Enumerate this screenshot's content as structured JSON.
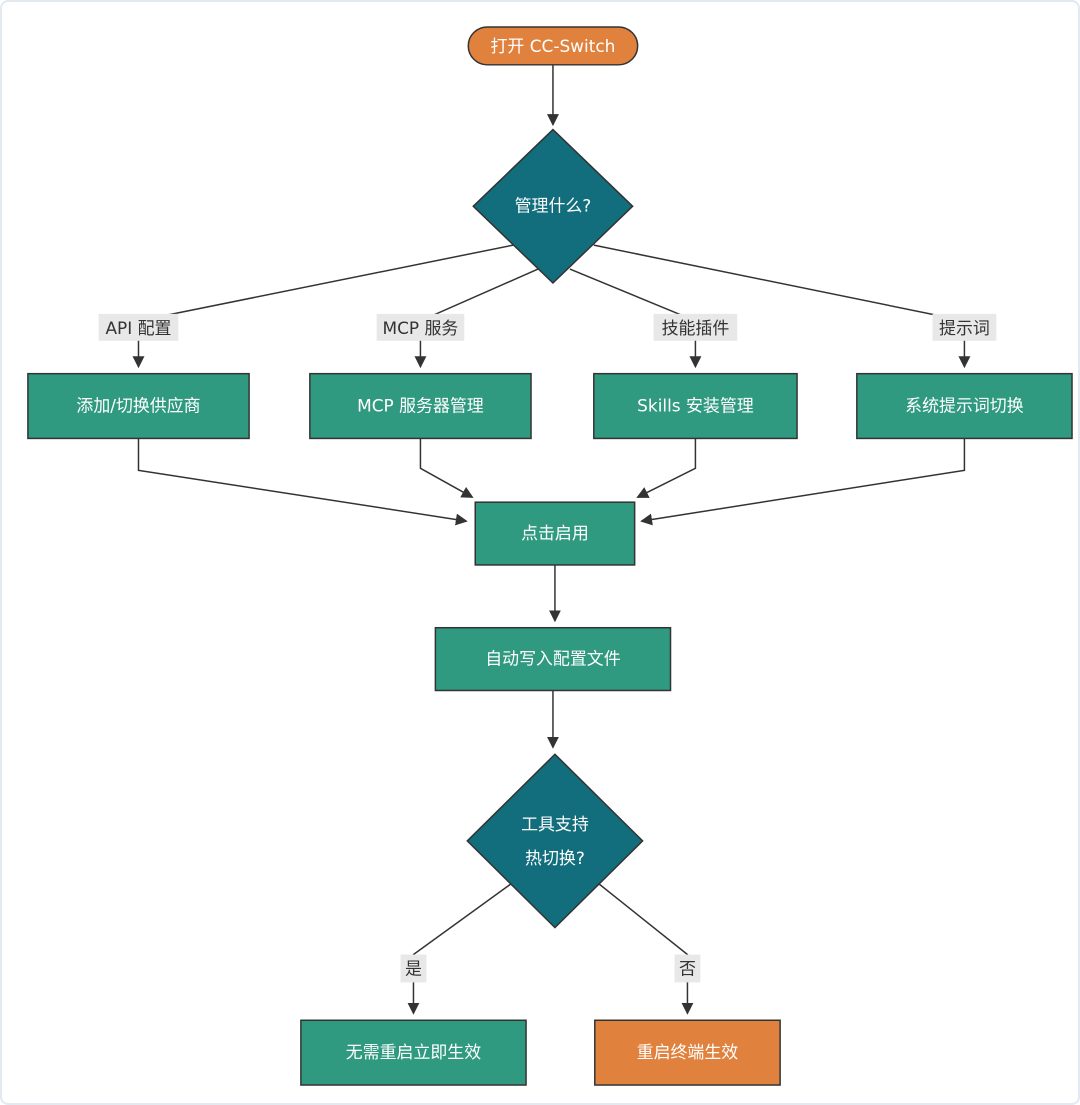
{
  "colors": {
    "orange": "#E0823D",
    "teal": "#126E7C",
    "green": "#2F9A80",
    "edge": "#333333",
    "label_bg": "#E8E8E8",
    "label_text": "#333333",
    "node_text": "#FFFFFF",
    "page_border": "#E3E9F1"
  },
  "nodes": {
    "start": {
      "label": "打开 CC-Switch"
    },
    "decision_manage": {
      "label": "管理什么?"
    },
    "provider": {
      "label": "添加/切换供应商"
    },
    "mcp": {
      "label": "MCP 服务器管理"
    },
    "skills": {
      "label": "Skills 安装管理"
    },
    "prompt": {
      "label": "系统提示词切换"
    },
    "enable": {
      "label": "点击启用"
    },
    "write_config": {
      "label": "自动写入配置文件"
    },
    "decision_hotswap": {
      "line1": "工具支持",
      "line2": "热切换?"
    },
    "instant": {
      "label": "无需重启立即生效"
    },
    "restart": {
      "label": "重启终端生效"
    }
  },
  "edge_labels": {
    "api": "API 配置",
    "mcp": "MCP 服务",
    "skills": "技能插件",
    "prompt": "提示词",
    "yes": "是",
    "no": "否"
  }
}
